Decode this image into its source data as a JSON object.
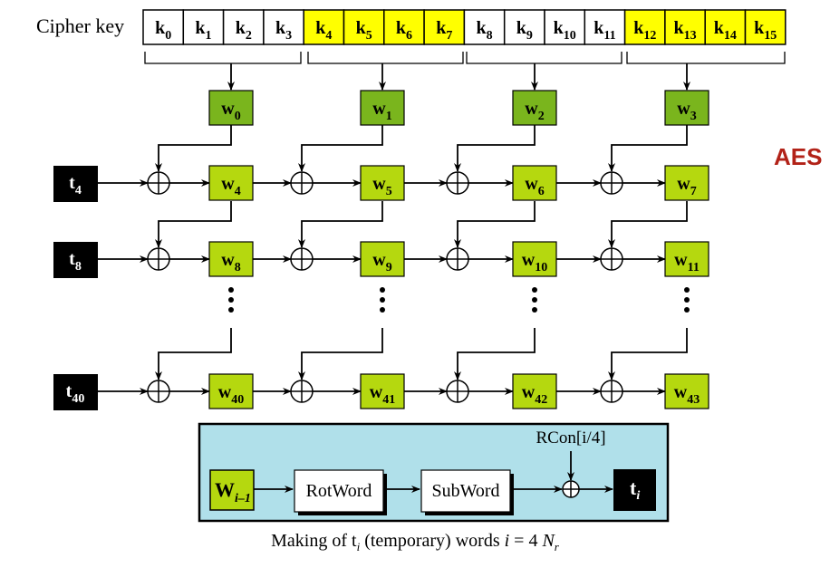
{
  "title": "AES",
  "colors": {
    "key_white": "#ffffff",
    "key_yellow": "#ffff00",
    "w_dark_green": "#7ab51d",
    "w_light_green": "#b5d80f",
    "t_black": "#000000",
    "panel_blue": "#b0e0ea",
    "title_red": "#b22218"
  },
  "cipher_key": {
    "label": "Cipher key",
    "cells": [
      {
        "base": "k",
        "sub": "0",
        "highlight": false
      },
      {
        "base": "k",
        "sub": "1",
        "highlight": false
      },
      {
        "base": "k",
        "sub": "2",
        "highlight": false
      },
      {
        "base": "k",
        "sub": "3",
        "highlight": false
      },
      {
        "base": "k",
        "sub": "4",
        "highlight": true
      },
      {
        "base": "k",
        "sub": "5",
        "highlight": true
      },
      {
        "base": "k",
        "sub": "6",
        "highlight": true
      },
      {
        "base": "k",
        "sub": "7",
        "highlight": true
      },
      {
        "base": "k",
        "sub": "8",
        "highlight": false
      },
      {
        "base": "k",
        "sub": "9",
        "highlight": false
      },
      {
        "base": "k",
        "sub": "10",
        "highlight": false
      },
      {
        "base": "k",
        "sub": "11",
        "highlight": false
      },
      {
        "base": "k",
        "sub": "12",
        "highlight": true
      },
      {
        "base": "k",
        "sub": "13",
        "highlight": true
      },
      {
        "base": "k",
        "sub": "14",
        "highlight": true
      },
      {
        "base": "k",
        "sub": "15",
        "highlight": true
      }
    ]
  },
  "initial_words": [
    {
      "base": "w",
      "sub": "0"
    },
    {
      "base": "w",
      "sub": "1"
    },
    {
      "base": "w",
      "sub": "2"
    },
    {
      "base": "w",
      "sub": "3"
    }
  ],
  "rounds": [
    {
      "t": {
        "base": "t",
        "sub": "4"
      },
      "words": [
        {
          "base": "w",
          "sub": "4"
        },
        {
          "base": "w",
          "sub": "5"
        },
        {
          "base": "w",
          "sub": "6"
        },
        {
          "base": "w",
          "sub": "7"
        }
      ]
    },
    {
      "t": {
        "base": "t",
        "sub": "8"
      },
      "words": [
        {
          "base": "w",
          "sub": "8"
        },
        {
          "base": "w",
          "sub": "9"
        },
        {
          "base": "w",
          "sub": "10"
        },
        {
          "base": "w",
          "sub": "11"
        }
      ]
    },
    {
      "t": {
        "base": "t",
        "sub": "40"
      },
      "words": [
        {
          "base": "w",
          "sub": "40"
        },
        {
          "base": "w",
          "sub": "41"
        },
        {
          "base": "w",
          "sub": "42"
        },
        {
          "base": "w",
          "sub": "43"
        }
      ]
    }
  ],
  "ellipsis": "⋮",
  "panel": {
    "input": {
      "base": "W",
      "sub": "i–1"
    },
    "step1": "RotWord",
    "step2": "SubWord",
    "rcon": "RCon[i/4]",
    "output": {
      "base": "t",
      "sub": "i"
    }
  },
  "caption": {
    "pre": "Making of t",
    "sub": "i",
    "mid": " (temporary) words ",
    "var": "i",
    "eq": " = 4 ",
    "nr": "N",
    "nr_sub": "r"
  }
}
